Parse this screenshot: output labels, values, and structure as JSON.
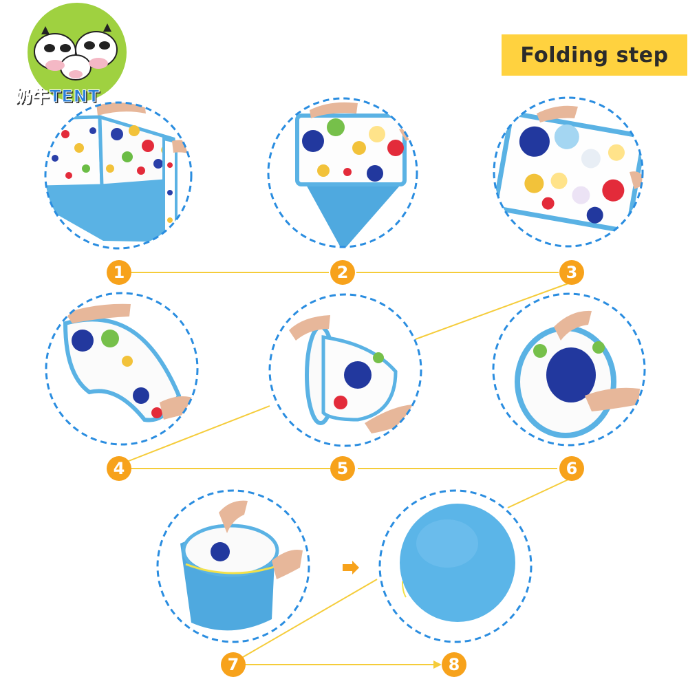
{
  "header": {
    "title": "Folding step"
  },
  "logo": {
    "brand_cn": "奶牛",
    "brand_en": "TENT"
  },
  "steps": [
    {
      "number": "1"
    },
    {
      "number": "2"
    },
    {
      "number": "3"
    },
    {
      "number": "4"
    },
    {
      "number": "5"
    },
    {
      "number": "6"
    },
    {
      "number": "7"
    },
    {
      "number": "8"
    }
  ],
  "colors": {
    "accent_yellow": "#ffd23f",
    "badge_orange": "#f7a21b",
    "dashed_blue": "#2a8de0",
    "connector_yellow": "#f5cc3a",
    "tent_blue": "#5bb5e8"
  },
  "icons": {
    "arrow": "orange-arrow-icon"
  }
}
